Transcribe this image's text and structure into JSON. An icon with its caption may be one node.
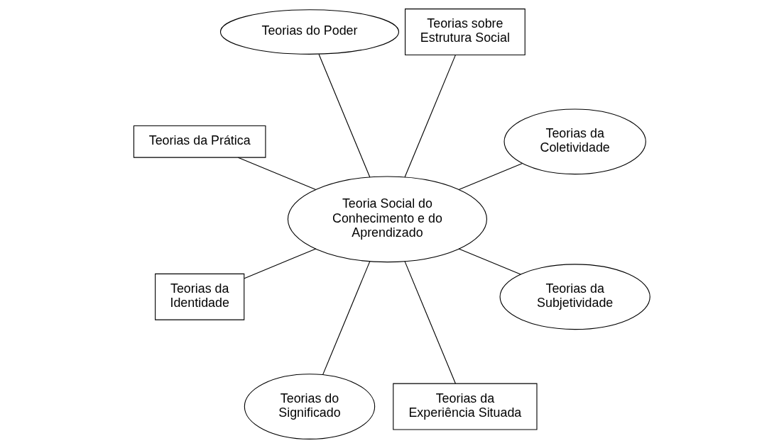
{
  "diagram": {
    "nodes": [
      {
        "text": [
          "Teorias da Coletividade"
        ]
      },
      {
        "text": [
          "Teorias sobre Estrutura Social"
        ]
      },
      {
        "text": [
          "Teorias do Poder"
        ]
      },
      {
        "text": [
          "Teorias da Prática"
        ]
      },
      {
        "text": [
          "Teoria Social do Conhecimento e do Aprendizado"
        ]
      },
      {
        "text": [
          "Teorias da Identidade"
        ]
      },
      {
        "text": [
          "Teorias do Significado"
        ]
      },
      {
        "text": [
          "Teorias da Experiência Situada"
        ]
      },
      {
        "text": [
          "Teorias da Subjetividade"
        ]
      }
    ],
    "edges": [
      {
        "from": 4,
        "to": 0,
        "arrow": "none"
      },
      {
        "from": 4,
        "to": 1,
        "arrow": "none"
      },
      {
        "from": 4,
        "to": 2,
        "arrow": "none"
      },
      {
        "from": 4,
        "to": 5,
        "arrow": "none"
      },
      {
        "from": 4,
        "to": 8,
        "arrow": "none"
      },
      {
        "from": 4,
        "to": 7,
        "arrow": "none"
      },
      {
        "from": 4,
        "to": 6,
        "arrow": "none"
      },
      {
        "from": 4,
        "to": 3,
        "arrow": "none"
      }
    ]
  }
}
